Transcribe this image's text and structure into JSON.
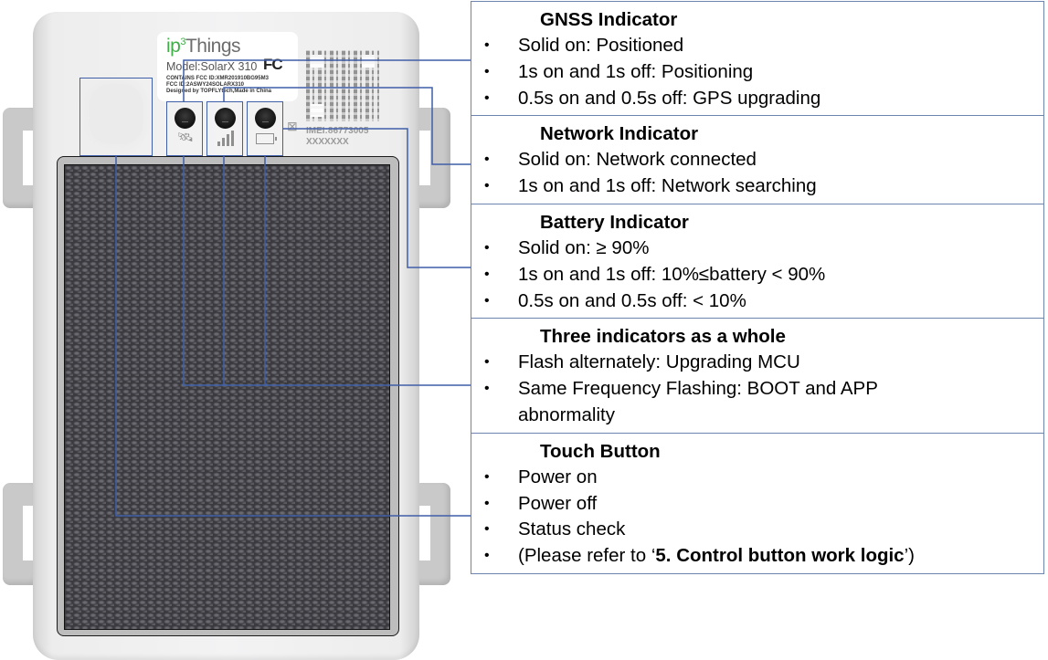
{
  "device": {
    "brand_ip": "ip",
    "brand_sup": "3",
    "brand_things": "Things",
    "model": "Model:SolarX 310",
    "fcc_logo": "FC",
    "fcc_line1": "CONTAINS FCC ID:XMR201910BG95M3",
    "fcc_line2": "FCC ID:2ASWY24SOLARX310",
    "designed_by": "Designed by TOPFLYtech,Made in China",
    "imei_line1": "IMEI:86773005",
    "imei_line2": "XXXXXXX",
    "icons": {
      "gnss": "satellite-icon",
      "network": "signal-bars-icon",
      "battery": "battery-icon",
      "recycle": "weee-bin-icon"
    },
    "colors": {
      "callout": "#3f5fa8",
      "brand_green": "#3fae49",
      "table_border": "#6d84ae"
    }
  },
  "legend": {
    "sections": [
      {
        "title": "GNSS Indicator",
        "items": [
          "Solid on: Positioned",
          "1s on and 1s off: Positioning",
          "0.5s on and 0.5s off: GPS upgrading"
        ]
      },
      {
        "title": "Network Indicator",
        "items": [
          "Solid on: Network connected",
          "1s on and 1s off: Network searching"
        ]
      },
      {
        "title": "Battery Indicator",
        "items": [
          "Solid on: ≥ 90%",
          "1s on and 1s off: 10%≤battery < 90%",
          "0.5s on and 0.5s off:  < 10%"
        ]
      },
      {
        "title": "Three indicators as a whole",
        "items": [
          "Flash alternately: Upgrading MCU",
          "Same Frequency Flashing: BOOT and APP abnormality"
        ]
      },
      {
        "title": "Touch Button",
        "items": [
          "Power on",
          "Power off",
          "Status check"
        ],
        "refer_prefix": "(Please refer to ‘",
        "refer_bold": "5. Control button work logic",
        "refer_suffix": "’)"
      }
    ]
  }
}
